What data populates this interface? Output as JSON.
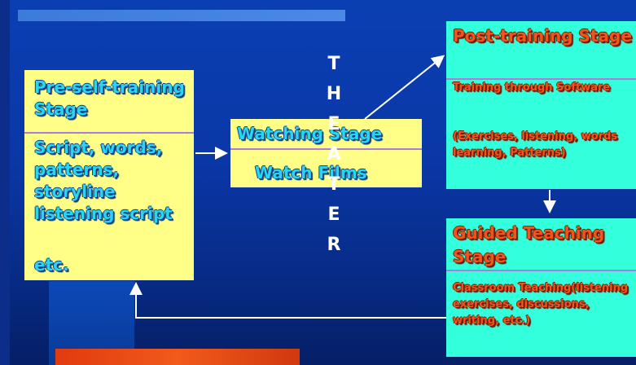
{
  "pre_self_training": {
    "title": "Pre-self-training Stage",
    "body": "Script, words, patterns, storyline listening script",
    "etc": "etc."
  },
  "watching": {
    "title": "Watching Stage",
    "body": "Watch Films"
  },
  "theater": {
    "letters": [
      "T",
      "H",
      "E",
      "A",
      "T",
      "E",
      "R"
    ]
  },
  "post_training": {
    "title": "Post-training Stage",
    "body": "Training through Software",
    "details": "(Exercises, listening, words learning, Patterns)"
  },
  "guided_teaching": {
    "title": "Guided Teaching Stage",
    "body": "Classroom Teaching(listening exercises, discussions, writing, etc.)"
  },
  "colors": {
    "background": "#0a3fb3",
    "yellow_box": "#ffff88",
    "cyan_box": "#33ffdd",
    "blue_text": "#2ad5f2",
    "red_text": "#f0551e",
    "arrow": "#ffffff"
  }
}
